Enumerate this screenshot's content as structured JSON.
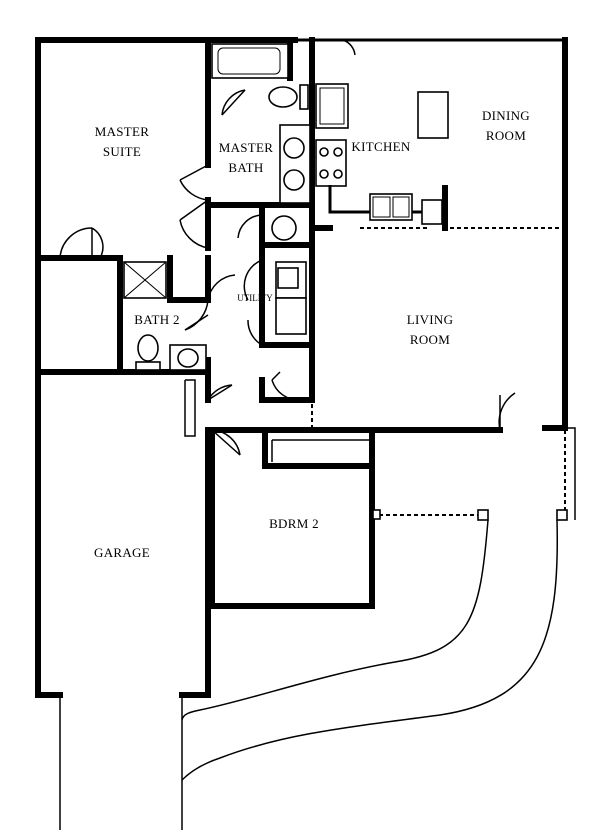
{
  "rooms": {
    "master_suite": "MASTER\nSUITE",
    "master_bath": "MASTER\nBATH",
    "kitchen": "KITCHEN",
    "dining_room": "DINING\nROOM",
    "living_room": "LIVING\nROOM",
    "utility": "UTILITY",
    "bath_2": "BATH 2",
    "garage": "GARAGE",
    "bdrm_2": "BDRM 2"
  }
}
